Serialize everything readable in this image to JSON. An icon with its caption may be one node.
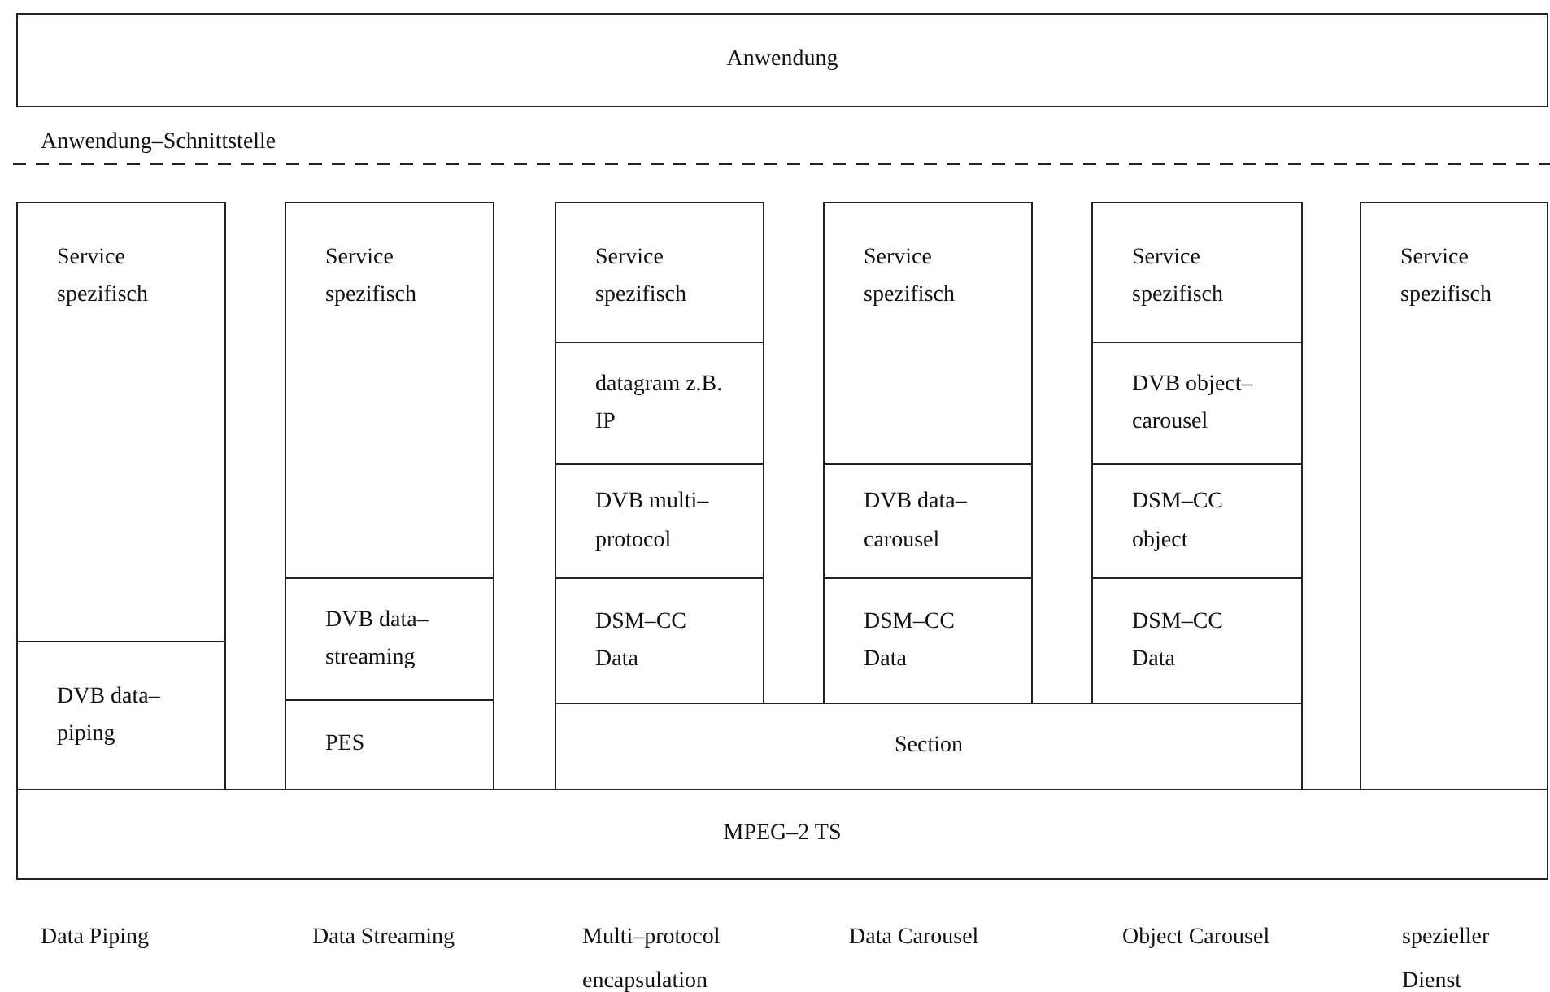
{
  "diagram": {
    "nodes": [
      {
        "text": [
          "Anwendung"
        ]
      },
      {
        "text": [
          "Service spezifisch"
        ]
      },
      {
        "text": [
          "Service spezifisch"
        ]
      },
      {
        "text": [
          "Service spezifisch"
        ]
      },
      {
        "text": [
          "Service spezifisch"
        ]
      },
      {
        "text": [
          "Service spezifisch"
        ]
      },
      {
        "text": [
          "Service spezifisch"
        ]
      },
      {
        "text": [
          "datagram z.B. IP"
        ]
      },
      {
        "text": [
          "DVB object– carousel"
        ]
      },
      {
        "text": [
          "DVB multi– protocol"
        ]
      },
      {
        "text": [
          "DVB data– carousel"
        ]
      },
      {
        "text": [
          "DSM–CC object"
        ]
      },
      {
        "text": [
          "DVB data– streaming"
        ]
      },
      {
        "text": [
          "DSM–CC Data"
        ]
      },
      {
        "text": [
          "DSM–CC Data"
        ]
      },
      {
        "text": [
          "DSM–CC Data"
        ]
      },
      {
        "text": [
          "DVB data– piping"
        ]
      },
      {
        "text": [
          "PES"
        ]
      },
      {
        "text": [
          "Section"
        ]
      },
      {
        "text": [
          "MPEG–2 TS"
        ]
      }
    ],
    "labels": [
      "Anwendung–Schnittstelle",
      "Data Piping",
      "Data Streaming",
      "Multi–protocol encapsulation",
      "Data Carousel",
      "Object Carousel",
      "spezieller Dienst"
    ]
  }
}
